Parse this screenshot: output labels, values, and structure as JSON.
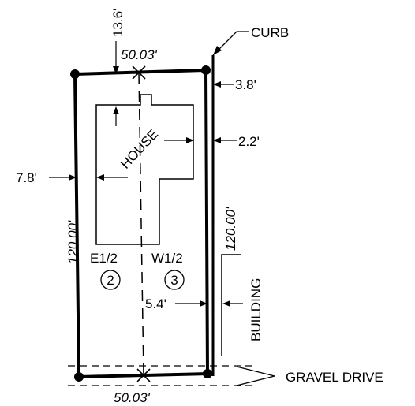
{
  "labels": {
    "top_offset": "13.6'",
    "top_width": "50.03'",
    "bottom_width": "50.03'",
    "curb": "CURB",
    "curb_offset_top": "3.8'",
    "curb_offset_mid": "2.2'",
    "left_setback": "7.8'",
    "house": "HOUSE",
    "left_depth": "120.00'",
    "right_depth": "120.00'",
    "lot_east_half": "E1/2",
    "lot_west_half": "W1/2",
    "lot_east_number": "2",
    "lot_west_number": "3",
    "building_gap": "5.4'",
    "building": "BUILDING",
    "gravel_drive": "GRAVEL DRIVE"
  },
  "colors": {
    "ink": "#000000",
    "background": "#ffffff"
  }
}
